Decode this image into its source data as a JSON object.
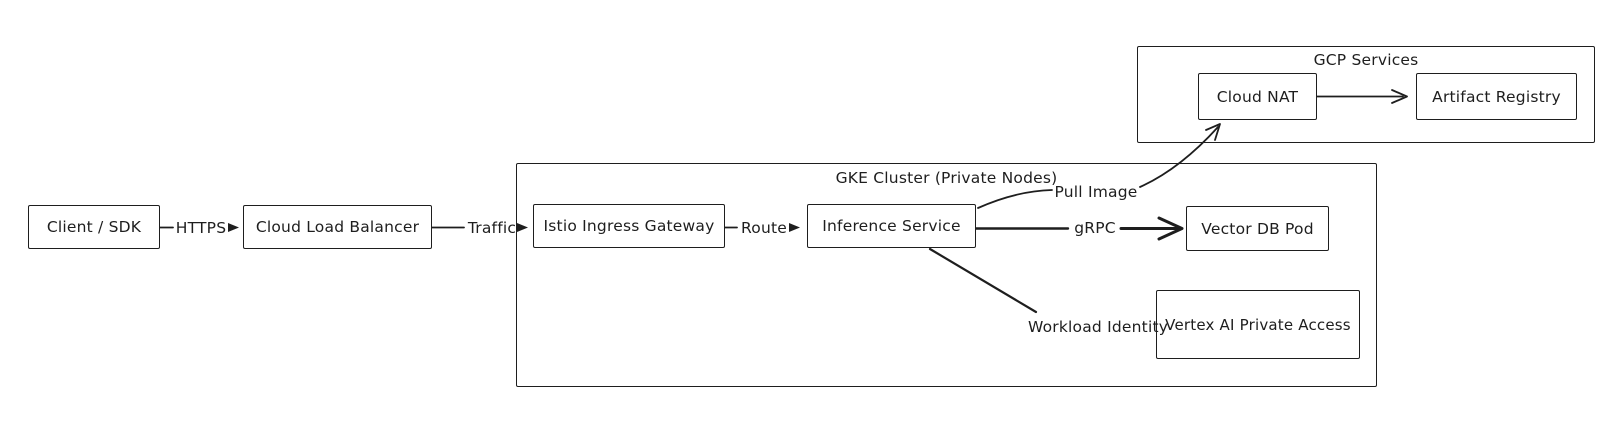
{
  "diagram": {
    "containers": {
      "gke": {
        "label": "GKE Cluster (Private Nodes)"
      },
      "gcp": {
        "label": "GCP Services"
      }
    },
    "nodes": {
      "client": {
        "label": "Client / SDK"
      },
      "clb": {
        "label": "Cloud Load Balancer"
      },
      "istio": {
        "label": "Istio Ingress Gateway"
      },
      "inference": {
        "label": "Inference Service"
      },
      "vectordb": {
        "label": "Vector DB Pod"
      },
      "vertex": {
        "label": "Vertex AI Private Access"
      },
      "cloudnat": {
        "label": "Cloud NAT"
      },
      "artifact": {
        "label": "Artifact Registry"
      }
    },
    "edge_labels": {
      "https": "HTTPS",
      "traffic": "Traffic",
      "route": "Route",
      "grpc": "gRPC",
      "pull_image": "Pull Image",
      "workload_identity": "Workload Identity"
    },
    "edges": [
      {
        "from": "Client / SDK",
        "to": "Cloud Load Balancer",
        "label": "HTTPS"
      },
      {
        "from": "Cloud Load Balancer",
        "to": "Istio Ingress Gateway",
        "label": "Traffic"
      },
      {
        "from": "Istio Ingress Gateway",
        "to": "Inference Service",
        "label": "Route"
      },
      {
        "from": "Inference Service",
        "to": "Vector DB Pod",
        "label": "gRPC"
      },
      {
        "from": "Inference Service",
        "to": "Cloud NAT",
        "label": "Pull Image"
      },
      {
        "from": "Inference Service",
        "to": "Vertex AI Private Access",
        "label": "Workload Identity"
      },
      {
        "from": "Cloud NAT",
        "to": "Artifact Registry",
        "label": ""
      }
    ],
    "colors": {
      "stroke": "#1e1e1e",
      "background": "#ffffff"
    }
  }
}
